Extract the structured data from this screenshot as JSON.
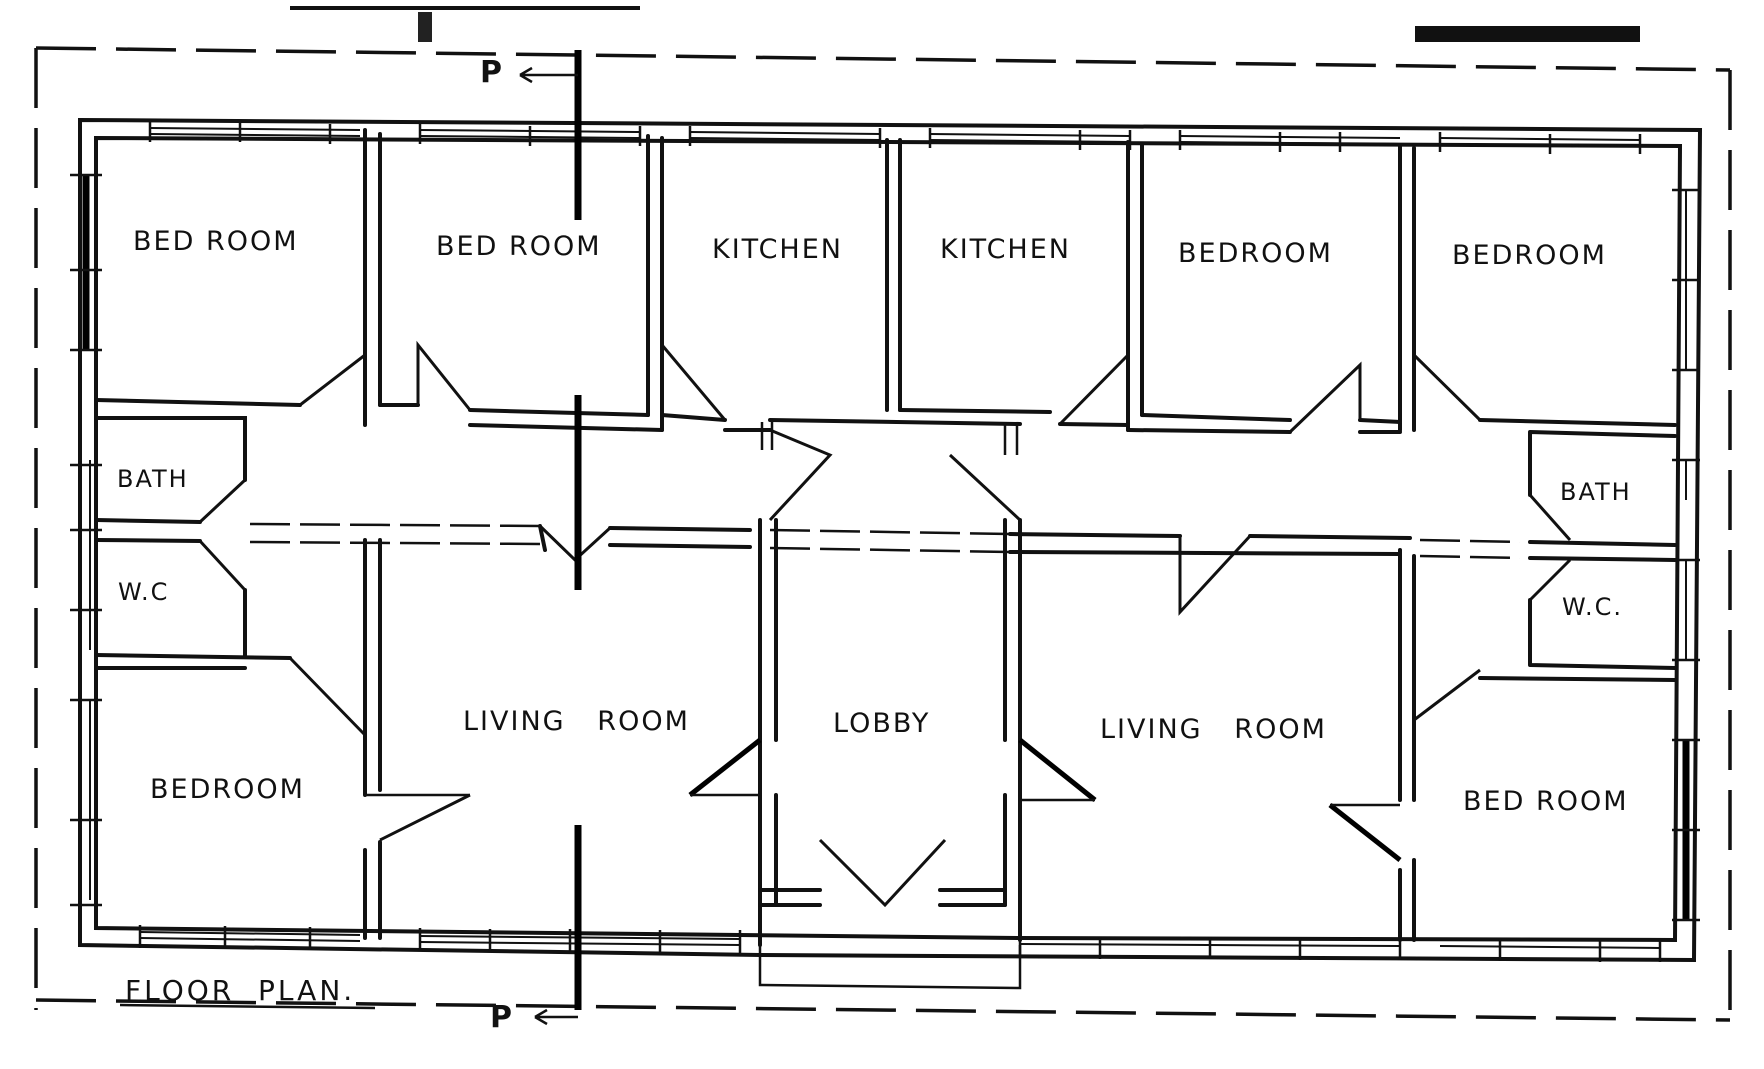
{
  "plan": {
    "title": "FLOOR  PLAN.",
    "section_marker": "P",
    "rooms": {
      "bedroom_top_1": "BED ROOM",
      "bedroom_top_2": "BED ROOM",
      "kitchen_1": "KITCHEN",
      "kitchen_2": "KITCHEN",
      "bedroom_top_3": "BEDROOM",
      "bedroom_top_4": "BEDROOM",
      "bath_left": "BATH",
      "wc_left": "W.C",
      "bath_right": "BATH",
      "wc_right": "W.C.",
      "living_left": "LIVING   ROOM",
      "lobby": "LOBBY",
      "living_right": "LIVING   ROOM",
      "bedroom_bottom_left": "BEDROOM",
      "bedroom_bottom_right": "BED ROOM"
    }
  }
}
